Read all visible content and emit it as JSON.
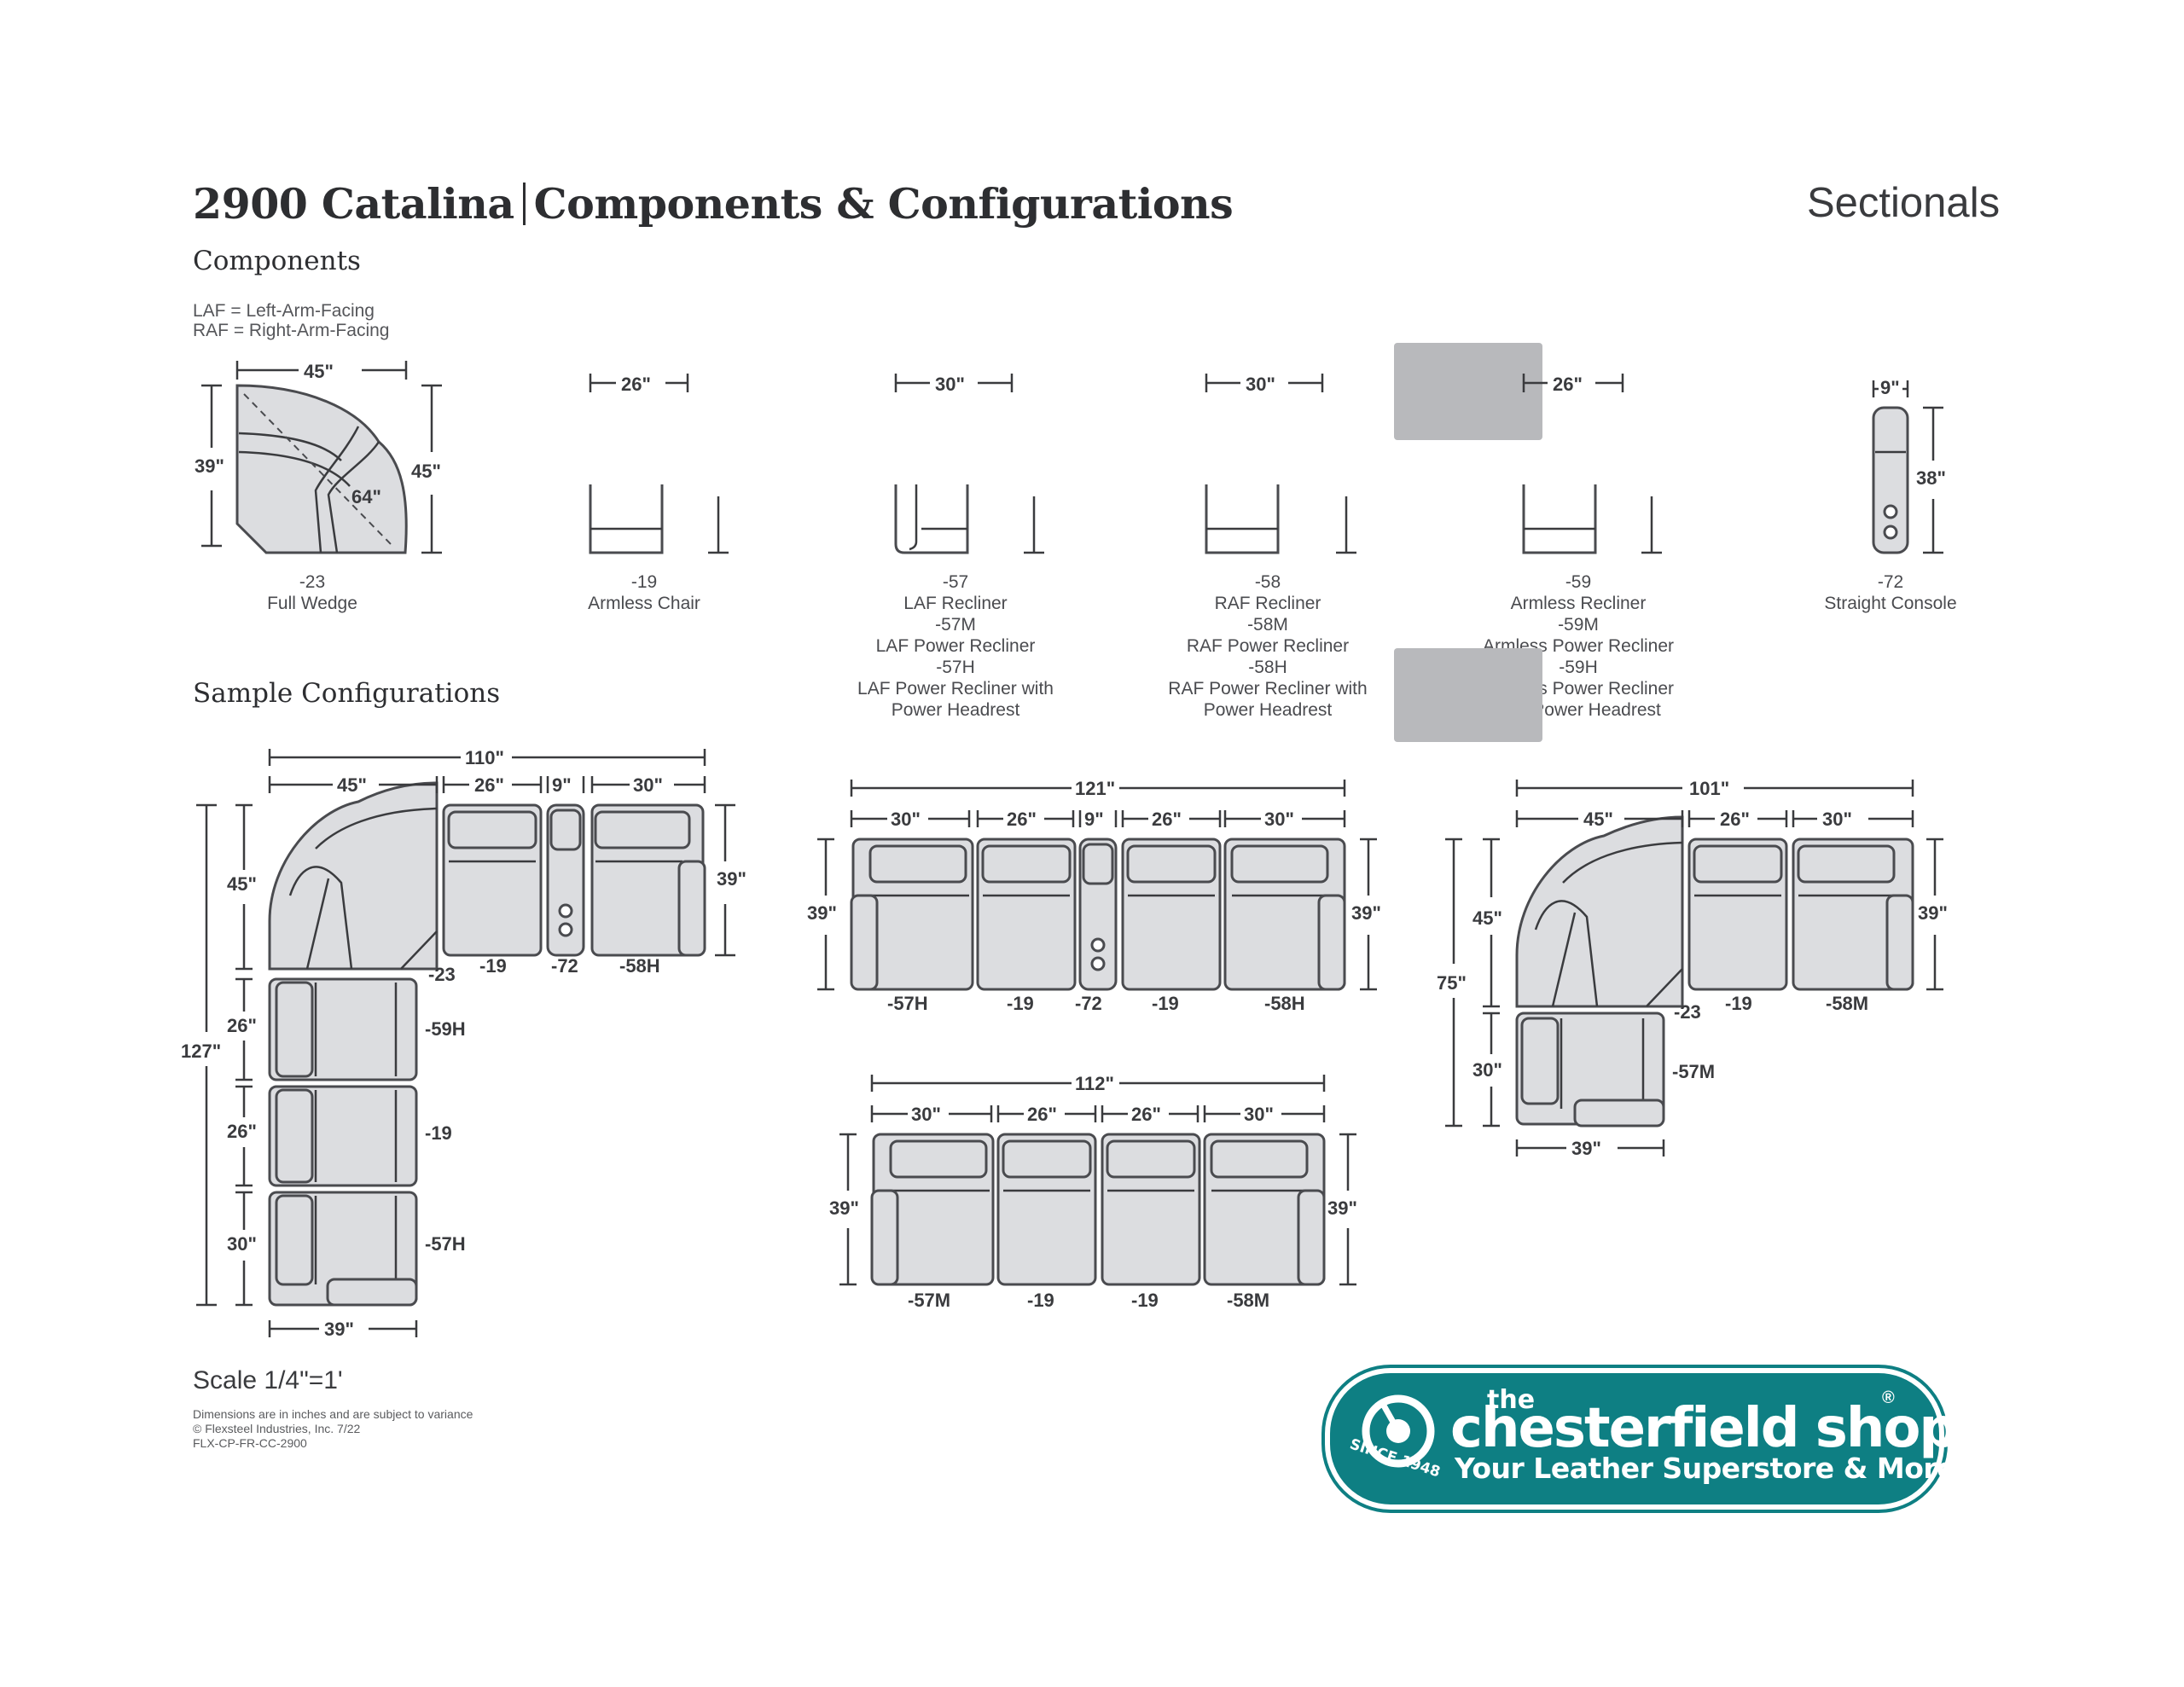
{
  "header": {
    "series": "2900 Catalina",
    "title": "Components & Configurations",
    "category": "Sectionals"
  },
  "sections": {
    "components": "Components",
    "configurations": "Sample Configurations"
  },
  "legend": {
    "laf": "LAF = Left-Arm-Facing",
    "raf": "RAF = Right-Arm-Facing"
  },
  "components": [
    {
      "code": "-23",
      "name": "Full Wedge",
      "dims": [
        "45\"",
        "39\"",
        "45\"",
        "64\""
      ]
    },
    {
      "code": "-19",
      "name": "Armless Chair",
      "dims": [
        "26\""
      ]
    },
    {
      "code": "-57",
      "name": "LAF Recliner",
      "variants": [
        "-57M",
        "LAF Power Recliner",
        "-57H",
        "LAF Power Recliner with",
        "Power Headrest"
      ],
      "dims": [
        "30\""
      ]
    },
    {
      "code": "-58",
      "name": "RAF Recliner",
      "variants": [
        "-58M",
        "RAF Power Recliner",
        "-58H",
        "RAF Power Recliner with",
        "Power Headrest"
      ],
      "dims": [
        "30\""
      ]
    },
    {
      "code": "-59",
      "name": "Armless Recliner",
      "variants": [
        "-59M",
        "Armless Power Recliner",
        "-59H",
        "Armless Power Recliner",
        "with Power Headrest"
      ],
      "dims": [
        "26\""
      ]
    },
    {
      "code": "-72",
      "name": "Straight Console",
      "dims": [
        "9\"",
        "38\""
      ]
    }
  ],
  "config_a": {
    "overall_w": "110\"",
    "overall_h": "127\"",
    "top_dims": [
      "45\"",
      "26\"",
      "9\"",
      "30\""
    ],
    "side_dims": [
      "45\"",
      "26\"",
      "26\"",
      "30\""
    ],
    "right_dim": "39\"",
    "bottom_dim": "39\"",
    "codes_top": [
      "-23",
      "-19",
      "-72",
      "-58H"
    ],
    "codes_side": [
      "-59H",
      "-19",
      "-57H"
    ]
  },
  "config_b": {
    "overall_w": "121\"",
    "dims": [
      "30\"",
      "26\"",
      "9\"",
      "26\"",
      "30\""
    ],
    "left_dim": "39\"",
    "right_dim": "39\"",
    "codes": [
      "-57H",
      "-19",
      "-72",
      "-19",
      "-58H"
    ]
  },
  "config_c": {
    "overall_w": "112\"",
    "dims": [
      "30\"",
      "26\"",
      "26\"",
      "30\""
    ],
    "left_dim": "39\"",
    "right_dim": "39\"",
    "codes": [
      "-57M",
      "-19",
      "-19",
      "-58M"
    ]
  },
  "config_d": {
    "overall_w": "101\"",
    "dims": [
      "45\"",
      "26\"",
      "30\""
    ],
    "left_inner": "45\"",
    "left_outer": "75\"",
    "left_lower": "30\"",
    "right_dim": "39\"",
    "bottom_dim": "39\"",
    "codes": [
      "-23",
      "-19",
      "-58M",
      "-57M"
    ]
  },
  "footer": {
    "scale": "Scale 1/4\"=1'",
    "note1": "Dimensions are in inches and are subject to variance",
    "note2": "© Flexsteel Industries, Inc. 7/22",
    "note3": "FLX-CP-FR-CC-2900"
  },
  "logo": {
    "the": "the",
    "name": "chesterfield shop",
    "registered": "®",
    "tagline": "Your Leather Superstore & More",
    "since": "SINCE 1948",
    "brand_color": "#0e7f83"
  },
  "colors": {
    "fill": "#dcdde0",
    "stroke": "#4a4b4f",
    "text": "#3a3b3e"
  }
}
